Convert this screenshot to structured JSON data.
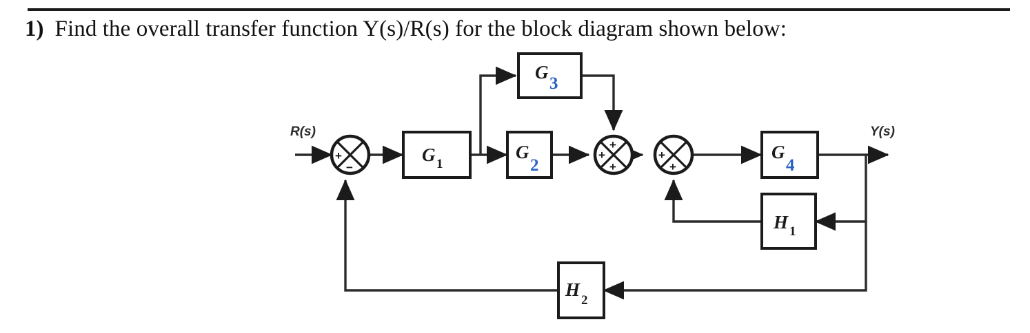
{
  "document": {
    "question_number": "1)",
    "question_text": "Find the overall transfer function Y(s)/R(s) for the block diagram shown below:",
    "rule_color": "#1a1a1a",
    "text_color": "#111111"
  },
  "diagram": {
    "type": "control-system-block-diagram",
    "line_color": "#222222",
    "block_fill": "#ffffff",
    "subscript_color": "#2a62c4",
    "input_label": "R(s)",
    "output_label": "Y(s)",
    "blocks": [
      {
        "id": "G1",
        "base": "G",
        "subscript": "1",
        "sub_color": "#1b1b1b"
      },
      {
        "id": "G2",
        "base": "G",
        "subscript": "2",
        "sub_color": "#2a62c4"
      },
      {
        "id": "G3",
        "base": "G",
        "subscript": "3",
        "sub_color": "#2a62c4"
      },
      {
        "id": "G4",
        "base": "G",
        "subscript": "4",
        "sub_color": "#2a62c4"
      },
      {
        "id": "H1",
        "base": "H",
        "subscript": "1",
        "sub_color": "#1b1b1b"
      },
      {
        "id": "H2",
        "base": "H",
        "subscript": "2",
        "sub_color": "#1b1b1b"
      }
    ],
    "summing_junctions": [
      {
        "id": "S1",
        "signs": {
          "left": "+",
          "bottom": "−"
        }
      },
      {
        "id": "S2",
        "signs": {
          "left": "+",
          "top": "+",
          "bottom": "+"
        }
      },
      {
        "id": "S3",
        "signs": {
          "left": "+",
          "bottom": "+"
        }
      }
    ],
    "signal_paths": [
      "R(s) into S1 (+)",
      "S1 to G1",
      "G1 branches to G3 and to G2",
      "G3 into S2 from top (+)",
      "G2 into S2 from left (+)",
      "S2 into S3 from left (+)",
      "S3 into G4",
      "G4 to Y(s) output",
      "Y(s) tap down into H1, H1 back to S3 (+)",
      "Y(s) tap down into H2, H2 back to S1 (−)"
    ]
  }
}
